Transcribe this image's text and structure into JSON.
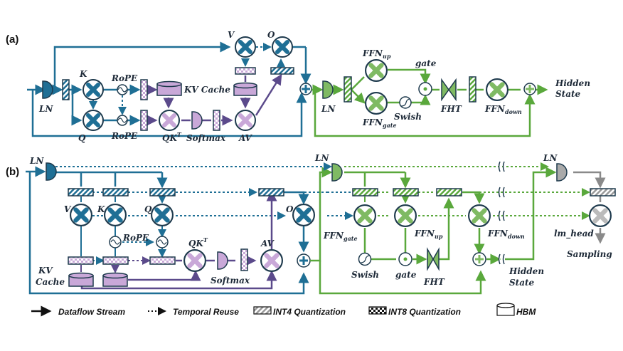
{
  "colors": {
    "blue": "#1f6f95",
    "purple": "#5b4a8b",
    "lilac": "#c9a8d8",
    "green": "#5aa83c",
    "lightgreen": "#7fba63",
    "gray": "#8a8a8a",
    "dark": "#1e3a4d"
  },
  "panel_a": {
    "tag": "(a)",
    "labels": {
      "ln": "LN",
      "k": "K",
      "q": "Q",
      "rope_top": "RoPE",
      "rope_bot": "RoPE",
      "kv_cache": "KV Cache",
      "qkt": "QK",
      "qkt_sup": "T",
      "softmax": "Softmax",
      "av": "AV",
      "v": "V",
      "o": "O",
      "ln2": "LN",
      "ffn_up": "FFN",
      "ffn_up_sub": "up",
      "ffn_gate": "FFN",
      "ffn_gate_sub": "gate",
      "swish": "Swish",
      "gate": "gate",
      "fht": "FHT",
      "ffn_down": "FFN",
      "ffn_down_sub": "down",
      "hidden1": "Hidden",
      "hidden2": "State"
    }
  },
  "panel_b": {
    "tag": "(b)",
    "labels": {
      "ln": "LN",
      "v": "V",
      "k": "K",
      "q": "Q",
      "rope": "RoPE",
      "qkt": "QK",
      "qkt_sup": "T",
      "av": "AV",
      "softmax": "Softmax",
      "kv1": "KV",
      "kv2": "Cache",
      "o": "O",
      "ln2": "LN",
      "ffn_gate": "FFN",
      "ffn_gate_sub": "gate",
      "ffn_up": "FFN",
      "ffn_up_sub": "up",
      "ffn_down": "FFN",
      "ffn_down_sub": "down",
      "swish": "Swish",
      "gate": "gate",
      "fht": "FHT",
      "hidden1": "Hidden",
      "hidden2": "State",
      "ln3": "LN",
      "lm_head": "lm_head",
      "sampling": "Sampling"
    }
  },
  "legend": {
    "dataflow": "Dataflow Stream",
    "reuse": "Temporal Reuse",
    "int4": "INT4 Quantization",
    "int8": "INT8 Quantization",
    "hbm": "HBM"
  }
}
